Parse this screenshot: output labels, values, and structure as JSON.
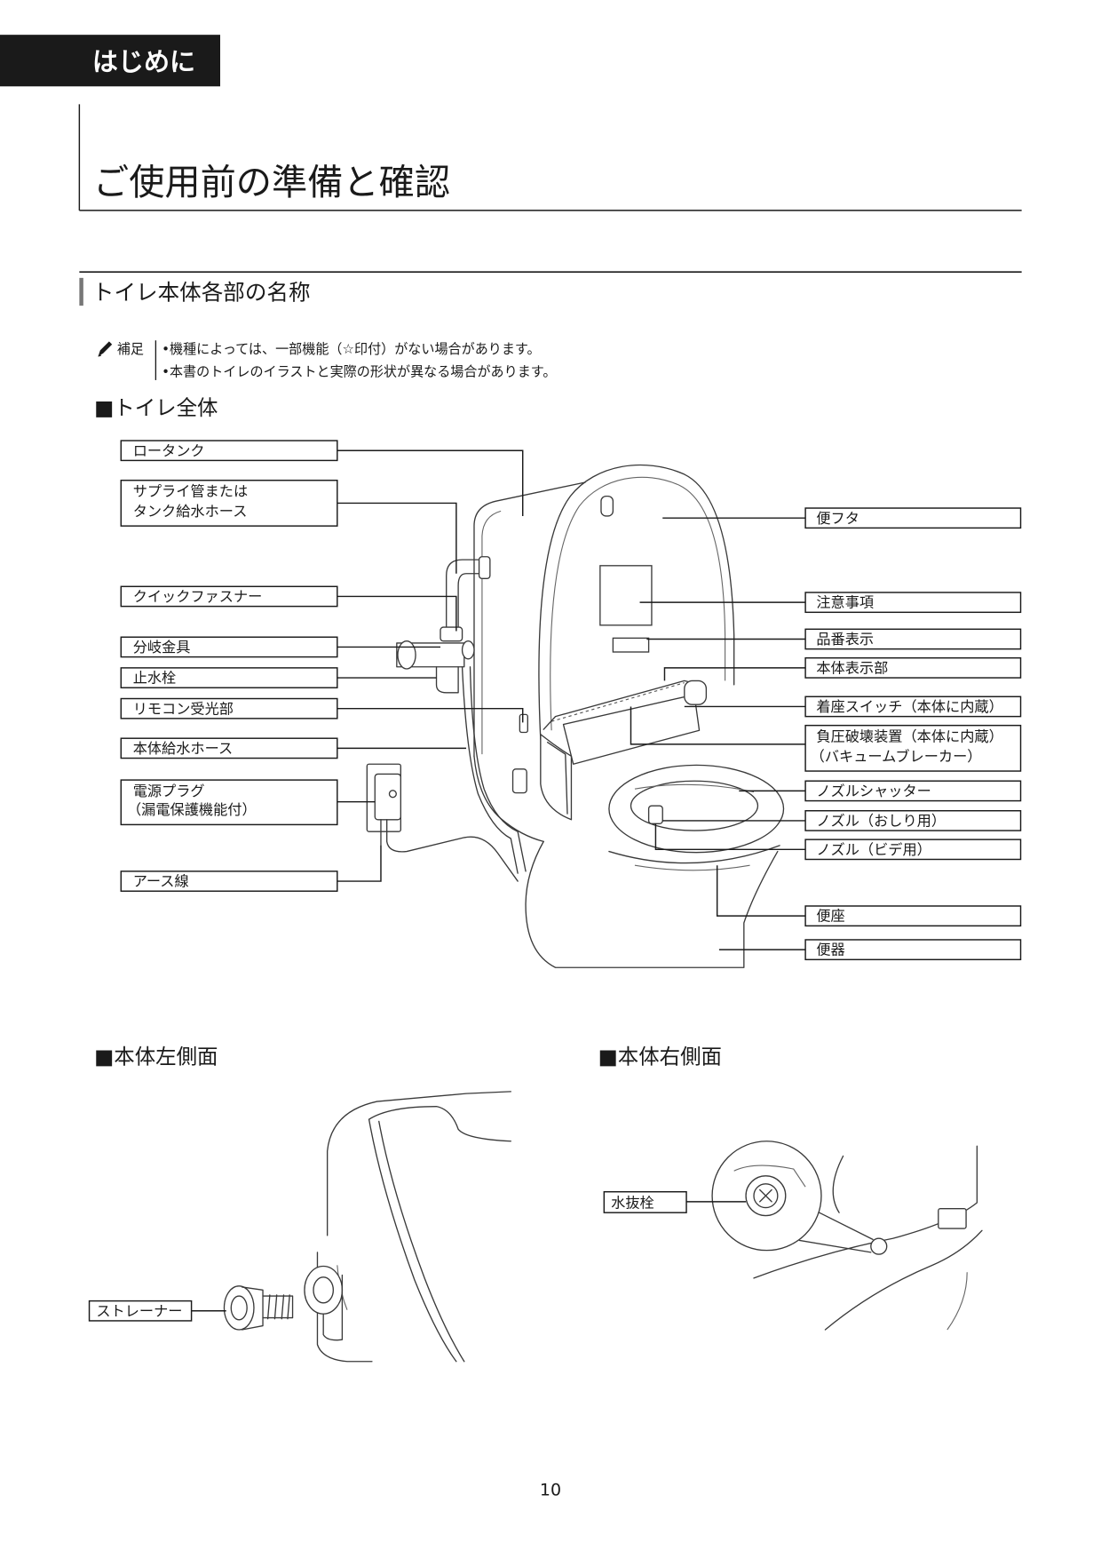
{
  "header": {
    "tab_label": "はじめに"
  },
  "page_title": "ご使用前の準備と確認",
  "section_title": "トイレ本体各部の名称",
  "note": {
    "icon": "pencil-icon",
    "label": "補足",
    "items": [
      "•機種によっては、一部機能（☆印付）がない場合があります。",
      "•本書のトイレのイラストと実際の形状が異なる場合があります。"
    ]
  },
  "overall_view": {
    "heading": "■トイレ全体",
    "left_labels": [
      [
        "ロータンク"
      ],
      [
        "サプライ管または",
        "タンク給水ホース"
      ],
      [
        "クイックファスナー"
      ],
      [
        "分岐金具"
      ],
      [
        "止水栓"
      ],
      [
        "リモコン受光部"
      ],
      [
        "本体給水ホース"
      ],
      [
        "電源プラグ",
        "（漏電保護機能付）"
      ],
      [
        "アース線"
      ]
    ],
    "right_labels": [
      [
        "便フタ"
      ],
      [
        "注意事項"
      ],
      [
        "品番表示"
      ],
      [
        "本体表示部"
      ],
      [
        "着座スイッチ（本体に内蔵）"
      ],
      [
        "負圧破壊装置（本体に内蔵）",
        "（バキュームブレーカー）"
      ],
      [
        "ノズルシャッター"
      ],
      [
        "ノズル（おしり用）"
      ],
      [
        "ノズル（ビデ用）"
      ],
      [
        "便座"
      ],
      [
        "便器"
      ]
    ]
  },
  "left_side_view": {
    "heading": "■本体左側面",
    "label": "ストレーナー"
  },
  "right_side_view": {
    "heading": "■本体右側面",
    "label": "水抜栓"
  },
  "page_number": "10"
}
